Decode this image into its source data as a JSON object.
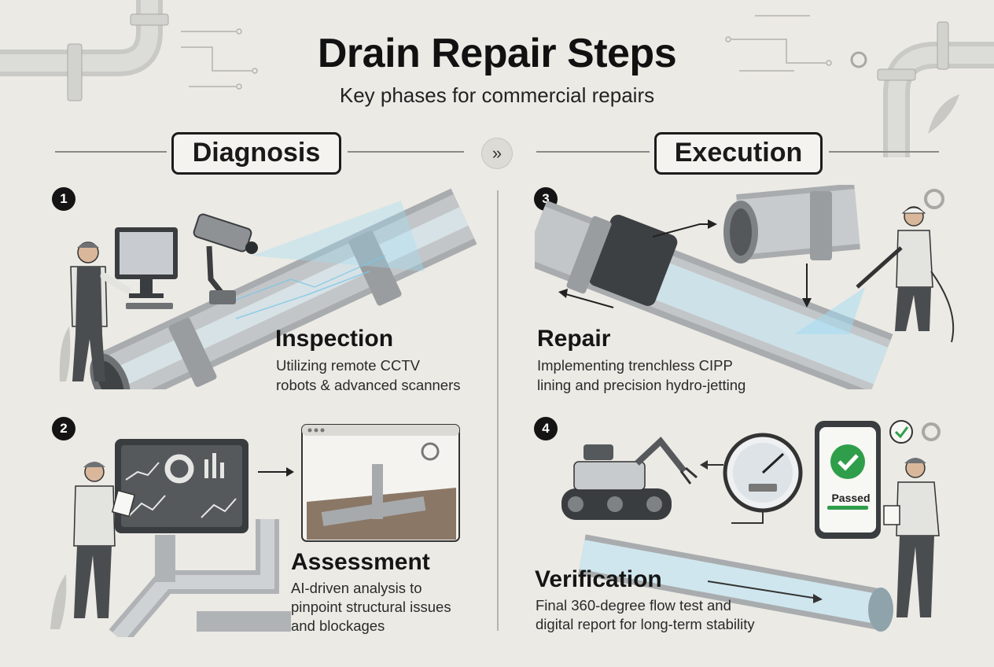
{
  "header": {
    "title": "Drain Repair Steps",
    "subtitle": "Key phases for commercial repairs"
  },
  "phases": {
    "left": "Diagnosis",
    "right": "Execution",
    "separator_icon": "double-chevron-right-icon"
  },
  "steps": [
    {
      "number": "1",
      "title": "Inspection",
      "desc_lines": [
        "Utilizing remote CCTV",
        "robots & advanced scanners"
      ]
    },
    {
      "number": "2",
      "title": "Assessment",
      "desc_lines": [
        "AI-driven analysis to",
        "pinpoint structural issues",
        "and blockages"
      ]
    },
    {
      "number": "3",
      "title": "Repair",
      "desc_lines": [
        "Implementing trenchless CIPP",
        "lining and precision hydro-jetting"
      ]
    },
    {
      "number": "4",
      "title": "Verification",
      "desc_lines": [
        "Final 360-degree flow test and",
        "digital report for long-term stability"
      ]
    }
  ],
  "illustrations": {
    "phone_status": "Passed"
  },
  "colors": {
    "background": "#eceae5",
    "accent_green": "#2f9e4a",
    "pipe_gray": "#b9bcbf",
    "scan_blue": "#8fd3ef"
  }
}
